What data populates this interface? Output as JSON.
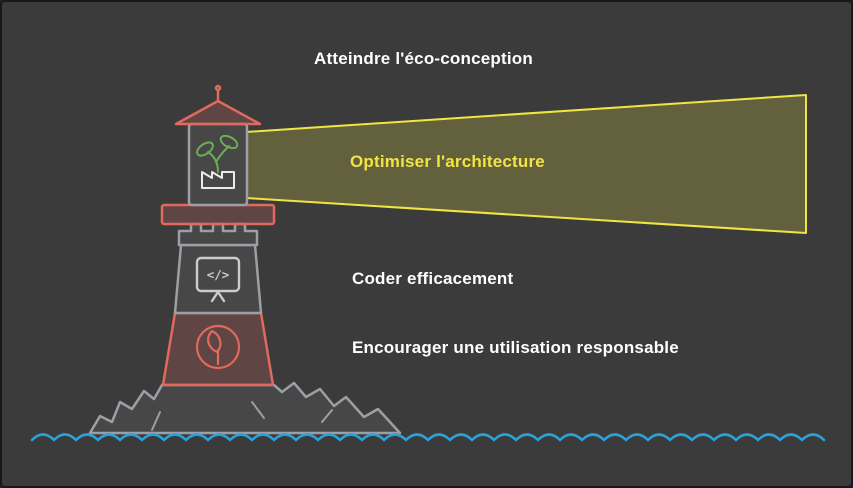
{
  "labels": {
    "goal": "Atteindre l'éco-conception",
    "architecture": "Optimiser l'architecture",
    "coding": "Coder efficacement",
    "usage": "Encourager une utilisation responsable"
  },
  "icons": {
    "code_glyph": "</>"
  },
  "colors": {
    "background": "#3b3b3b",
    "border": "#17171c",
    "text": "#ffffff",
    "beam_stroke": "#f0e543",
    "beam_fill": "rgba(240,229,67,0.22)",
    "beam_text": "#f0e543",
    "accent_red": "#e06a5e",
    "accent_gray": "#9aa0a5",
    "accent_green": "#6cae4f",
    "icon_white": "#e9ebed",
    "water_blue": "#2ba2d8",
    "fill_dark": "#474747",
    "fill_red": "rgba(224,106,94,0.22)"
  }
}
